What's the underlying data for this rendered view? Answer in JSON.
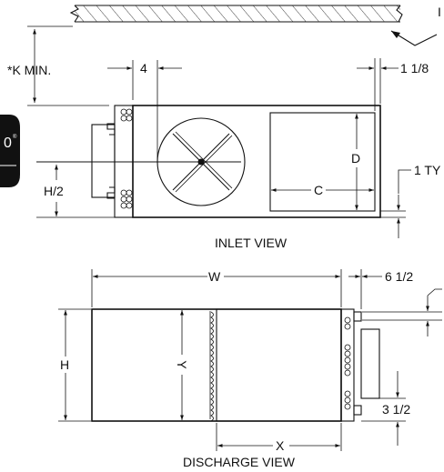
{
  "labels": {
    "k_min": "*K  MIN.",
    "dim_4": "4",
    "dim_1_1_8": "1 1/8",
    "dim_d": "D",
    "dim_c": "C",
    "dim_1_ty": "1 TY",
    "dim_h_half": "H/2",
    "inlet_view": "INLET VIEW",
    "dim_w": "W",
    "dim_6_1_2": "6 1/2",
    "dim_h": "H",
    "dim_y": "Y",
    "dim_3_1_2": "3 1/2",
    "dim_x": "X",
    "discharge_view": "DISCHARGE VIEW",
    "edge_letter": "I"
  },
  "colors": {
    "line": "#111111",
    "badge": "#111111",
    "background": "#ffffff"
  },
  "icons": {
    "fan": "fan-blade-icon",
    "badge": "logo-badge-icon",
    "arrow": "dimension-arrow-icon"
  }
}
